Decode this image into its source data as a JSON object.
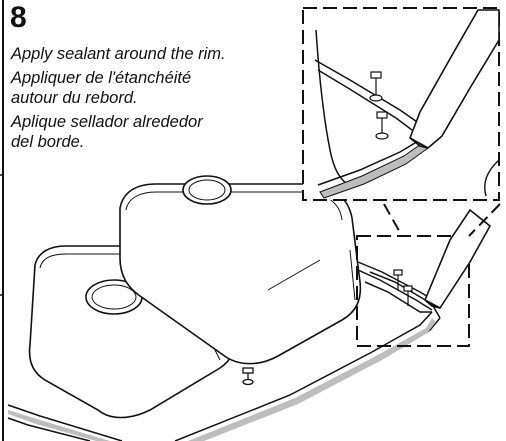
{
  "step": {
    "number": "8"
  },
  "instructions": {
    "english": "Apply sealant around the rim.",
    "french_line1": "Appliquer de l'étanchéité",
    "french_line2": "autour du rebord.",
    "spanish_line1": "Aplique sellador alrededor",
    "spanish_line2": "del borde."
  },
  "icons": {
    "sink": "double-bowl-sink-illustration",
    "detail_top": "sealant-tube-detail-icon",
    "detail_bottom": "sealant-tube-corner-icon"
  },
  "colors": {
    "line": "#111111",
    "sealant": "#bdbdbd"
  }
}
